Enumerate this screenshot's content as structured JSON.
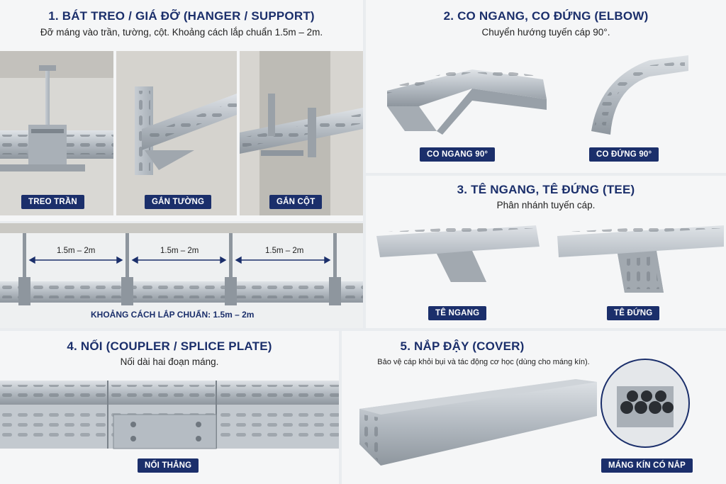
{
  "hanger": {
    "title": "1. BÁT TREO / GIÁ ĐỠ (HANGER / SUPPORT)",
    "subtitle": "Đỡ máng vào trần, tường, cột. Khoảng cách lắp chuẩn 1.5m – 2m.",
    "badges": [
      "TREO TRẦN",
      "GẮN TƯỜNG",
      "GẮN CỘT"
    ],
    "spacing_labels": [
      "1.5m – 2m",
      "1.5m – 2m",
      "1.5m – 2m"
    ],
    "spacing_note": "KHOẢNG CÁCH LẮP CHUẨN: 1.5m – 2m"
  },
  "elbow": {
    "title": "2. CO NGANG, CO ĐỨNG (ELBOW)",
    "subtitle": "Chuyển hướng tuyến cáp 90°.",
    "badges": [
      "CO NGANG 90°",
      "CO ĐỨNG 90°"
    ]
  },
  "tee": {
    "title": "3. TÊ NGANG, TÊ ĐỨNG (TEE)",
    "subtitle": "Phân nhánh tuyến cáp.",
    "badges": [
      "TÊ NGANG",
      "TÊ ĐỨNG"
    ]
  },
  "coupler": {
    "title": "4. NỐI (COUPLER / SPLICE PLATE)",
    "subtitle": "Nối dài hai đoạn máng.",
    "badge": "NỐI THẲNG"
  },
  "cover": {
    "title": "5. NẮP ĐẬY (COVER)",
    "subtitle": "Bảo vệ cáp khỏi bụi và tác động cơ học (dùng cho máng kín).",
    "badge": "MÁNG KÍN CÓ NẮP"
  },
  "colors": {
    "accent": "#1b2f6b",
    "steel": "#b9c0c7",
    "background": "#f5f6f7"
  }
}
